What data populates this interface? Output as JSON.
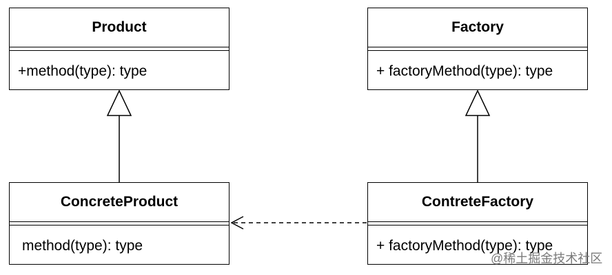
{
  "classes": {
    "product": {
      "name": "Product",
      "member": "+method(type): type"
    },
    "factory": {
      "name": "Factory",
      "member": "+ factoryMethod(type): type"
    },
    "concrete_product": {
      "name": "ConcreteProduct",
      "member": "method(type): type"
    },
    "concrete_factory": {
      "name": "ContreteFactory",
      "member": "+ factoryMethod(type): type"
    }
  },
  "relations": [
    {
      "type": "inheritance",
      "from": "concrete_product",
      "to": "product"
    },
    {
      "type": "inheritance",
      "from": "concrete_factory",
      "to": "factory"
    },
    {
      "type": "dependency",
      "from": "concrete_factory",
      "to": "concrete_product"
    }
  ],
  "watermark": "@稀土掘金技术社区"
}
